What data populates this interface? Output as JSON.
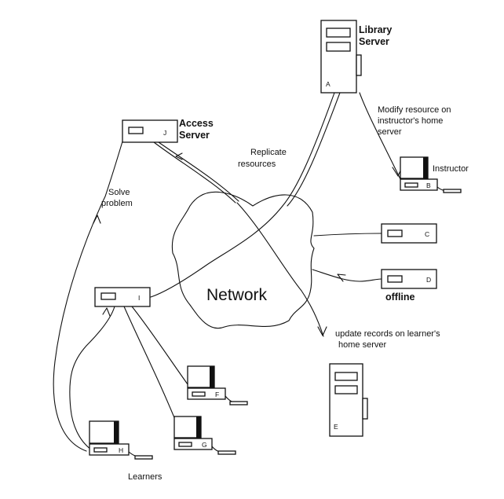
{
  "diagram": {
    "title": "Network",
    "nodes": {
      "library_server": {
        "name": "Library\nServer",
        "tag": "A"
      },
      "instructor": {
        "name": "Instructor",
        "tag": "B"
      },
      "node_c": {
        "tag": "C"
      },
      "node_d": {
        "tag": "D",
        "status": "offline"
      },
      "node_e": {
        "tag": "E"
      },
      "node_f": {
        "tag": "F"
      },
      "node_g": {
        "tag": "G"
      },
      "node_h": {
        "tag": "H"
      },
      "node_i": {
        "tag": "I"
      },
      "access_server": {
        "name": "Access\nServer",
        "tag": "J"
      }
    },
    "annotations": {
      "modify": "Modify resource on\ninstructor's home\nserver",
      "replicate": "Replicate\nresources",
      "solve": "Solve\nproblem",
      "update": "update records on learner's\nhome server"
    },
    "group_label": "Learners"
  }
}
